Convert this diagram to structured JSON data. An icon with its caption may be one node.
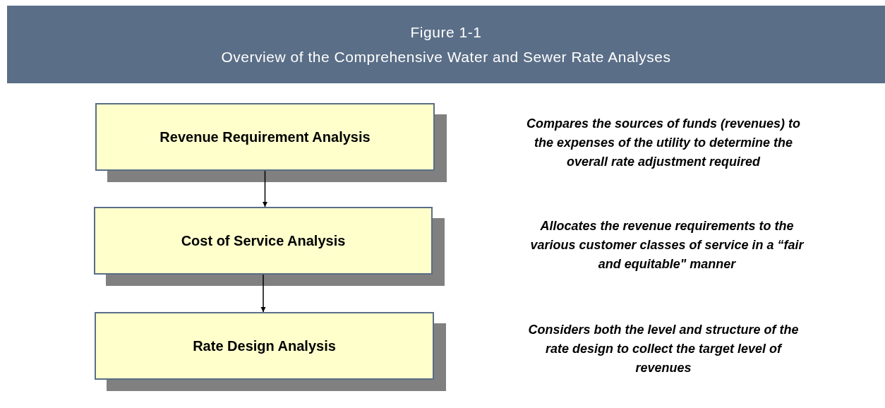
{
  "diagram": {
    "title": "Overview of the Comprehensive Water and Sewer Rate Analyses",
    "labels": [
      "Figure 1-1",
      "Compares the sources of funds (revenues) to the expenses of the utility to determine the overall rate adjustment required",
      "Allocates the revenue requirements to the various customer classes of service in a “fair and equitable\" manner",
      "Considers both the level and structure of the rate design to collect the target level of revenues"
    ],
    "nodes": [
      {
        "text": [
          "Revenue Requirement Analysis"
        ]
      },
      {
        "text": [
          "Cost of Service Analysis"
        ]
      },
      {
        "text": [
          "Rate Design Analysis"
        ]
      }
    ],
    "edges": [
      {
        "from": 0,
        "to": 1,
        "arrow": "to"
      },
      {
        "from": 1,
        "to": 2,
        "arrow": "to"
      }
    ]
  }
}
